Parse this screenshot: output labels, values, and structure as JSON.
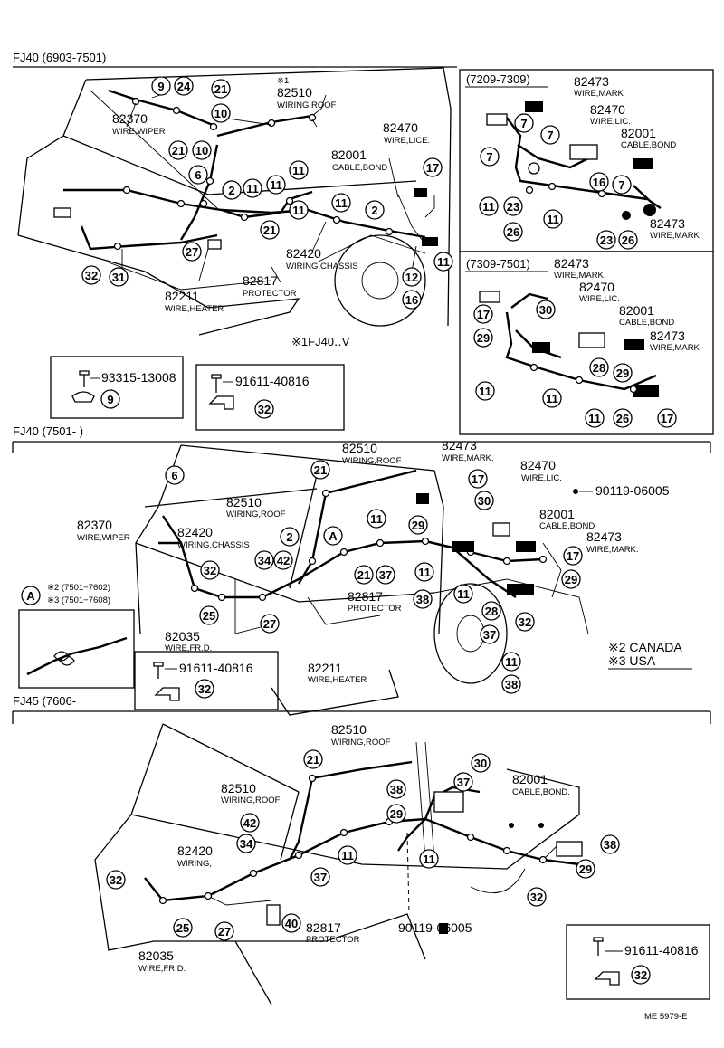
{
  "sections": {
    "fj40_a": {
      "label": "FJ40 (6903-7501)"
    },
    "fj40_b": {
      "label": "FJ40 (7501-        )"
    },
    "fj45": {
      "label": "FJ45  (7606-"
    }
  },
  "insets": {
    "i1": "(7209-7309)",
    "i2": "(7309-7501)"
  },
  "notes": {
    "star1_mark": "※1",
    "star1_fj40": "※1FJ40‥V",
    "star2": "※2 (7501−7602)",
    "star3": "※3 (7501−7608)",
    "canada": "※2 CANADA",
    "usa": "※3 USA",
    "detail_a": "A",
    "ref": "ME 5979-E"
  },
  "parts": {
    "p82510": "82510",
    "p82510_d": "WIRING,ROOF",
    "p82510b_d": "WIRING,ROOF :",
    "p82370": "82370",
    "p82370_d": "WIRE,WIPER",
    "p82470": "82470",
    "p82470_d": "WIRE,LICE.",
    "p82470_d2": "WIRE,LIC.",
    "p82001": "82001",
    "p82001_d": "CABLE,BOND",
    "p82001_d2": "CABLE,BOND.",
    "p82420": "82420",
    "p82420_d": "WIRING,CHASSIS",
    "p82420_d2": "WIRING,",
    "p82817": "82817",
    "p82817_d": "PROTECTOR",
    "p82211": "82211",
    "p82211_d": "WIRE,HEATER",
    "p82473": "82473",
    "p82473_d": "WIRE,MARK",
    "p82473_d2": "WIRE,MARK.",
    "p82035": "82035",
    "p82035_d": "WIRE,FR.D.",
    "b93315": "93315-13008",
    "b91611": "91611-40816",
    "b90119": "90119-06005"
  },
  "callouts": {
    "n2": "2",
    "n6": "6",
    "n7": "7",
    "n9": "9",
    "n10": "10",
    "n11": "11",
    "n12": "12",
    "n16": "16",
    "n17": "17",
    "n21": "21",
    "n23": "23",
    "n24": "24",
    "n25": "25",
    "n26": "26",
    "n27": "27",
    "n28": "28",
    "n29": "29",
    "n30": "30",
    "n31": "31",
    "n32": "32",
    "n34": "34",
    "n37": "37",
    "n38": "38",
    "n40": "40",
    "n42": "42"
  }
}
